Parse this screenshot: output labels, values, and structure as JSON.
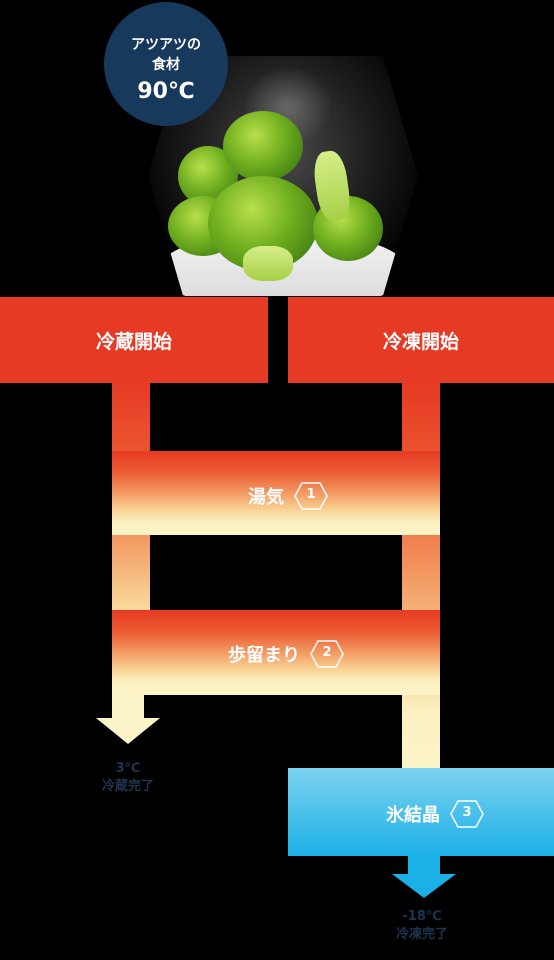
{
  "badge": {
    "line1": "アツアツの",
    "line2": "食材",
    "temperature": "90℃"
  },
  "stages": {
    "refrigeration_start": "冷蔵開始",
    "freezing_start": "冷凍開始"
  },
  "steps": [
    {
      "label": "湯気",
      "number": "1"
    },
    {
      "label": "歩留まり",
      "number": "2"
    },
    {
      "label": "氷結晶",
      "number": "3"
    }
  ],
  "results": {
    "refrigeration": {
      "temperature": "3℃",
      "label": "冷蔵完了"
    },
    "freezing": {
      "temperature": "-18℃",
      "label": "冷凍完了"
    }
  },
  "colors": {
    "red": "#e63a24",
    "navy": "#173a5c",
    "blue": "#1bb0e6",
    "cream": "#fbf4c8"
  },
  "icons": [
    "broccoli-photo",
    "hexagon-number-badge",
    "down-arrow"
  ]
}
